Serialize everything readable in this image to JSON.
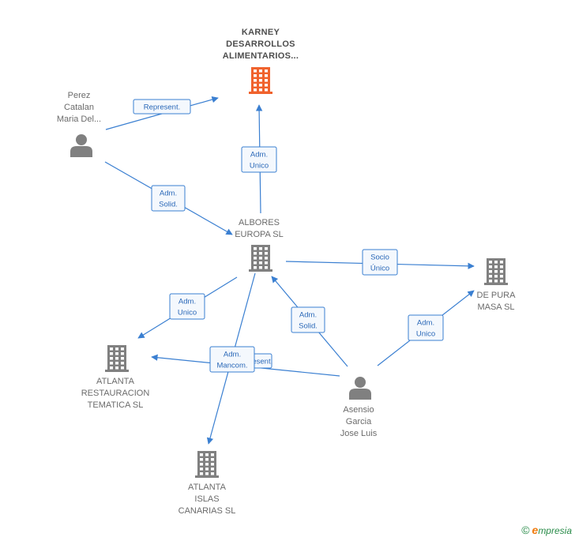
{
  "nodes": [
    {
      "id": "karney",
      "type": "company",
      "highlight": true,
      "label": "KARNEY\nDESARROLLOS\nALIMENTARIOS..."
    },
    {
      "id": "perez",
      "type": "person",
      "label": "Perez\nCatalan\nMaria Del..."
    },
    {
      "id": "albores",
      "type": "company",
      "label": "ALBORES\nEUROPA SL"
    },
    {
      "id": "depura",
      "type": "company",
      "label": "DE PURA\nMASA SL"
    },
    {
      "id": "restauracion",
      "type": "company",
      "label": "ATLANTA\nRESTAURACION\nTEMATICA SL"
    },
    {
      "id": "islas",
      "type": "company",
      "label": "ATLANTA\nISLAS\nCANARIAS SL"
    },
    {
      "id": "asensio",
      "type": "person",
      "label": "Asensio\nGarcia\nJose Luis"
    }
  ],
  "edges": [
    {
      "from": "perez",
      "to": "karney",
      "label": "Represent."
    },
    {
      "from": "albores",
      "to": "karney",
      "label": "Adm.\nUnico"
    },
    {
      "from": "perez",
      "to": "albores",
      "label": "Adm.\nSolid."
    },
    {
      "from": "albores",
      "to": "depura",
      "label": "Socio\nÚnico"
    },
    {
      "from": "albores",
      "to": "restauracion",
      "label": "Adm.\nUnico"
    },
    {
      "from": "albores",
      "to": "islas",
      "label": "Adm.\nMancom."
    },
    {
      "from": "asensio",
      "to": "albores",
      "label": "Adm.\nSolid."
    },
    {
      "from": "asensio",
      "to": "depura",
      "label": "Adm.\nUnico"
    },
    {
      "from": "asensio",
      "to": "restauracion",
      "label": "Represent."
    }
  ],
  "colors": {
    "edge": "#3a7fd1",
    "company": "#808080",
    "highlight": "#f0622d",
    "person": "#808080"
  },
  "footer": {
    "copyright": "©",
    "brand_initial": "e",
    "brand_rest": "mpresia"
  }
}
